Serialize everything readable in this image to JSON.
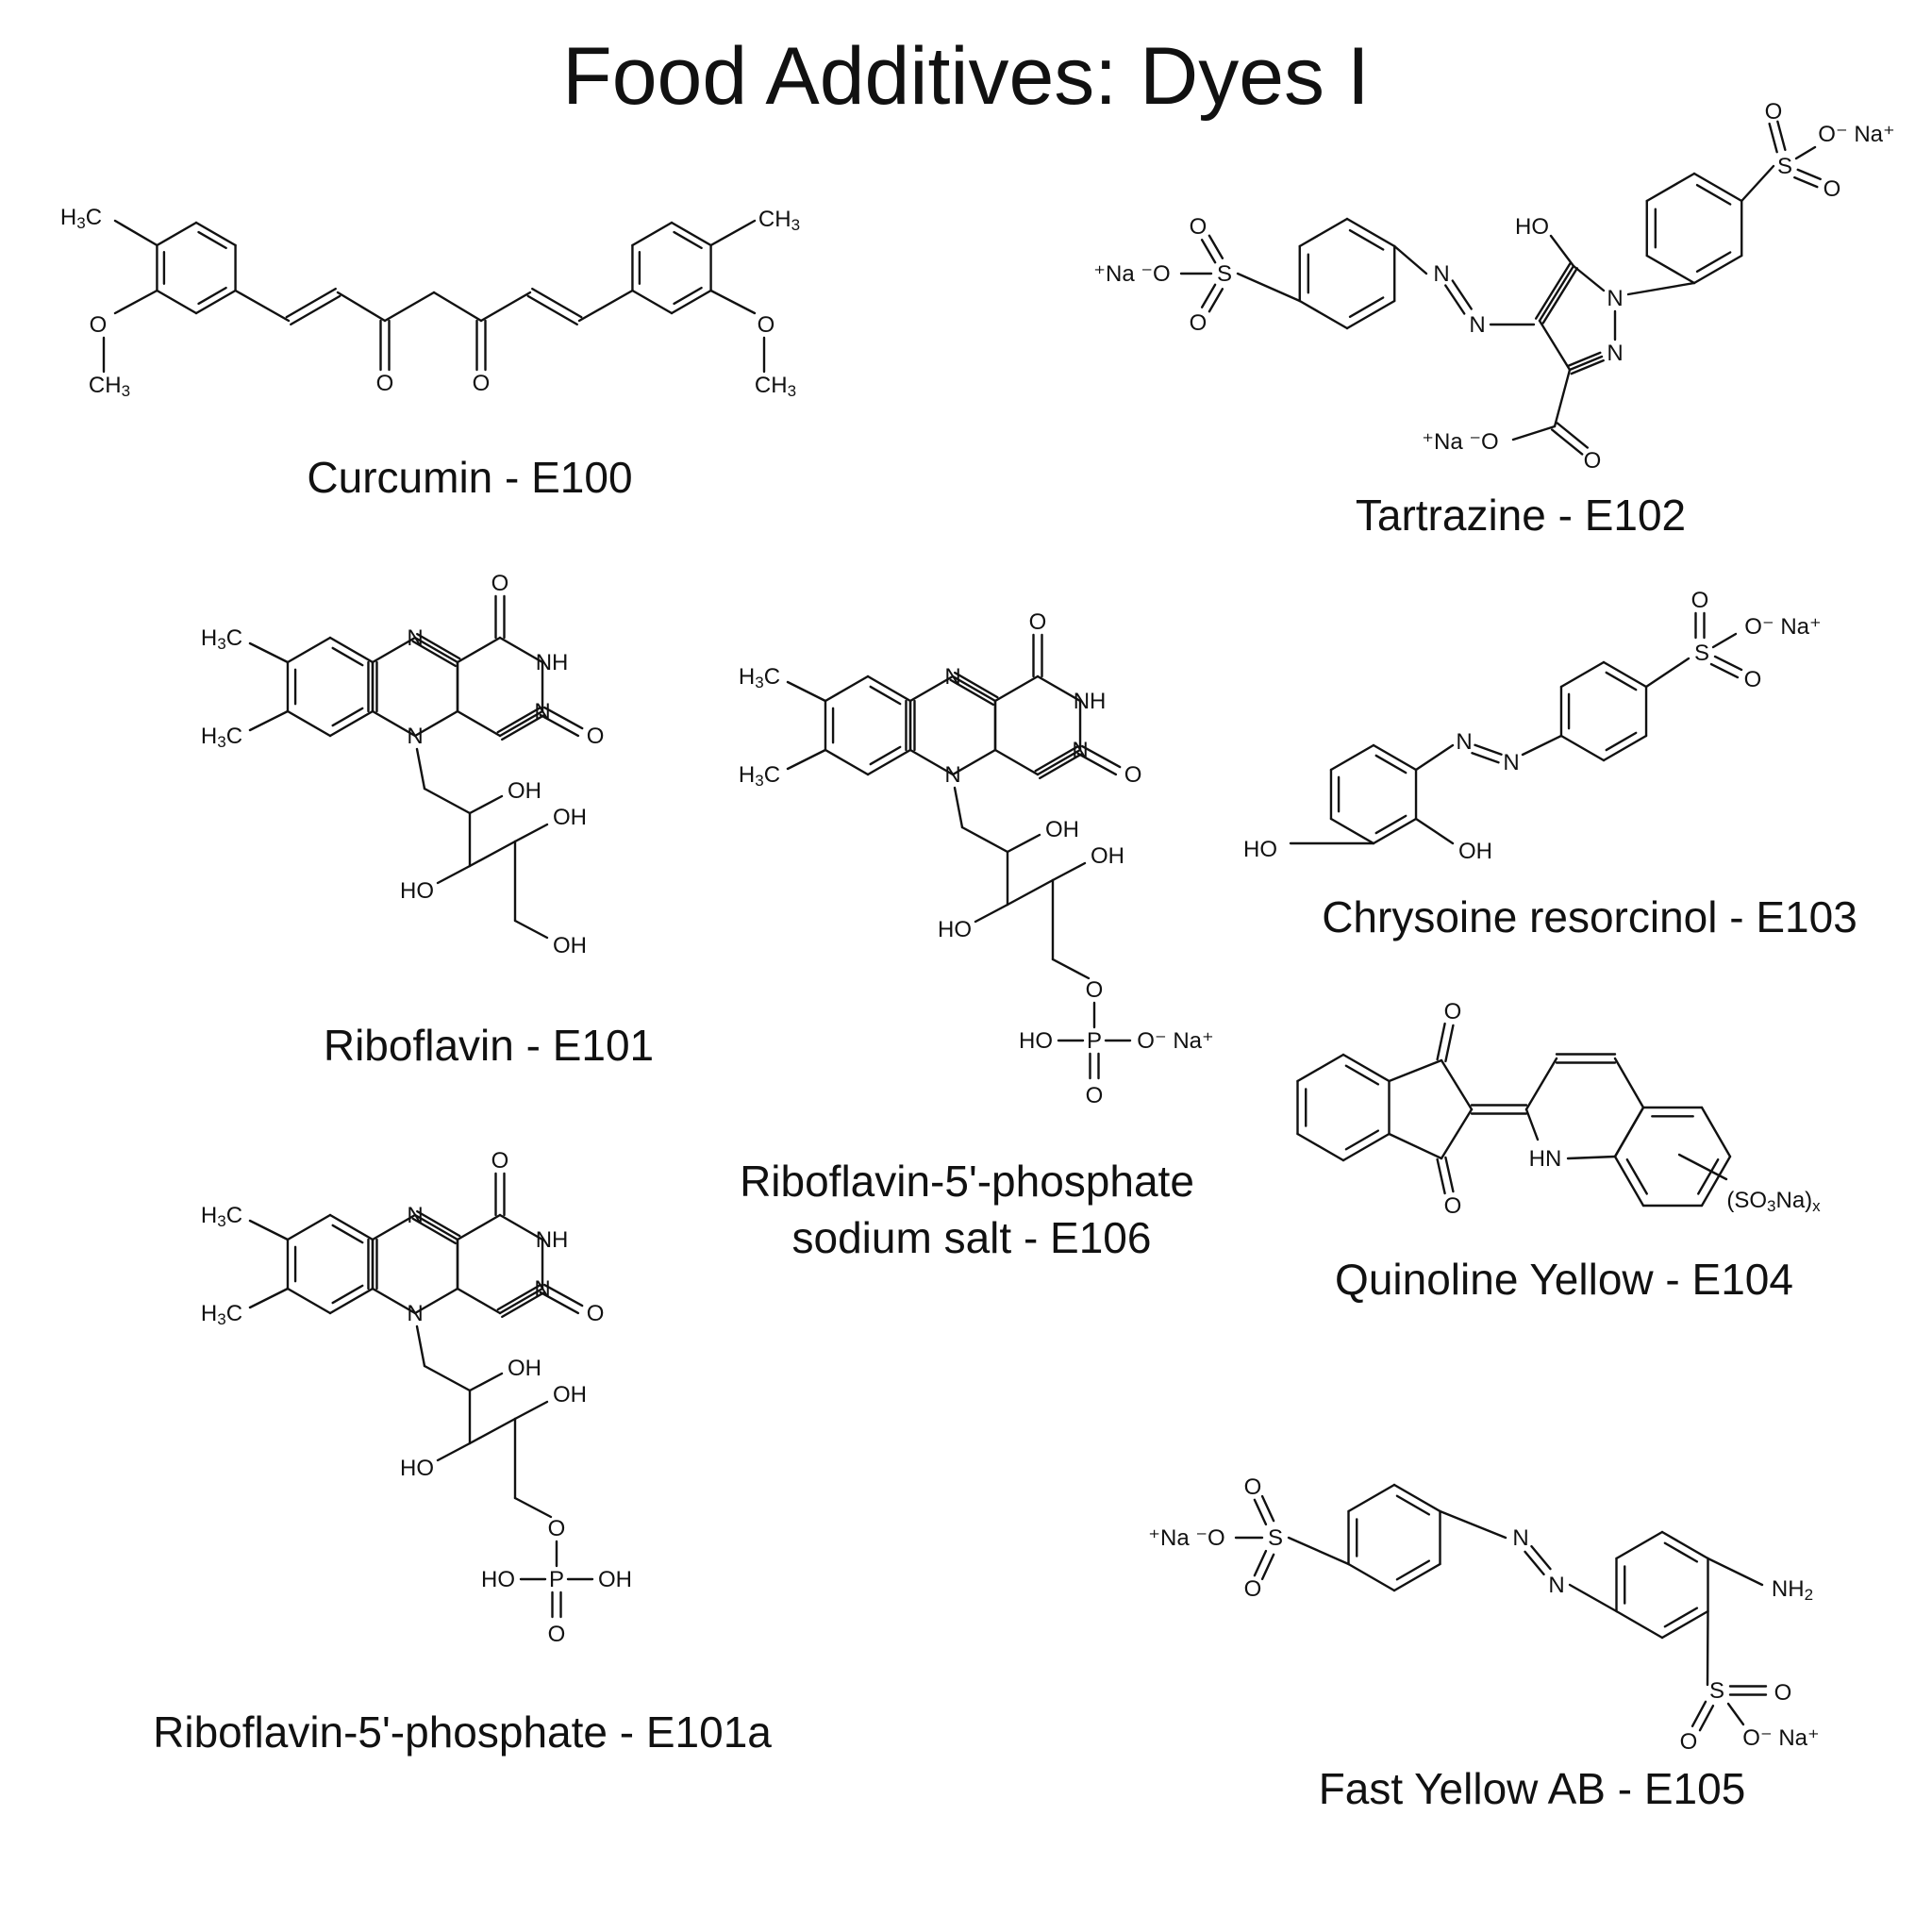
{
  "title": "Food Additives: Dyes I",
  "captions": {
    "curcumin": "Curcumin - E100",
    "tartrazine": "Tartrazine - E102",
    "riboflavin": "Riboflavin - E101",
    "chrysoine": "Chrysoine resorcinol - E103",
    "r5p_sodium_line1": "Riboflavin-5'-phosphate",
    "r5p_sodium_line2": "sodium salt - E106",
    "quinoline": "Quinoline Yellow - E104",
    "r5p": "Riboflavin-5'-phosphate - E101a",
    "fast_yellow": "Fast Yellow AB - E105"
  },
  "atom_labels": {
    "H3C": "H3C",
    "CH3": "CH3",
    "O": "O",
    "N": "N",
    "NH": "NH",
    "HN": "HN",
    "OH": "OH",
    "HO": "HO",
    "S": "S",
    "P": "P",
    "NH2": "NH2",
    "O_minus": "O⁻",
    "Na_plus": "Na⁺",
    "plus_Na": "⁺Na",
    "plus_Na_O_minus": "⁺Na ⁻O",
    "O_minus_Na_plus": "O⁻ Na⁺",
    "SO3Na_x": "(SO3Na)x"
  }
}
